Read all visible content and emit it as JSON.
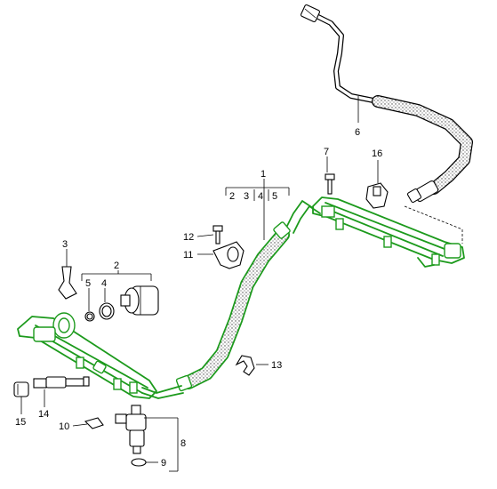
{
  "colors": {
    "highlight": "#1c9a1c",
    "line": "#000000",
    "background": "#ffffff",
    "hose_texture": "#555555"
  },
  "callouts": [
    {
      "id": "1",
      "label": "1"
    },
    {
      "id": "2",
      "label": "2"
    },
    {
      "id": "3",
      "label": "3"
    },
    {
      "id": "4",
      "label": "4"
    },
    {
      "id": "5",
      "label": "5"
    },
    {
      "id": "6",
      "label": "6"
    },
    {
      "id": "7",
      "label": "7"
    },
    {
      "id": "8",
      "label": "8"
    },
    {
      "id": "9",
      "label": "9"
    },
    {
      "id": "10",
      "label": "10"
    },
    {
      "id": "11",
      "label": "11"
    },
    {
      "id": "12",
      "label": "12"
    },
    {
      "id": "13",
      "label": "13"
    },
    {
      "id": "14",
      "label": "14"
    },
    {
      "id": "15",
      "label": "15"
    },
    {
      "id": "16",
      "label": "16"
    }
  ],
  "sub_labels_1": [
    "2",
    "3",
    "4",
    "5"
  ],
  "sub_labels_2": [
    "5",
    "4"
  ]
}
